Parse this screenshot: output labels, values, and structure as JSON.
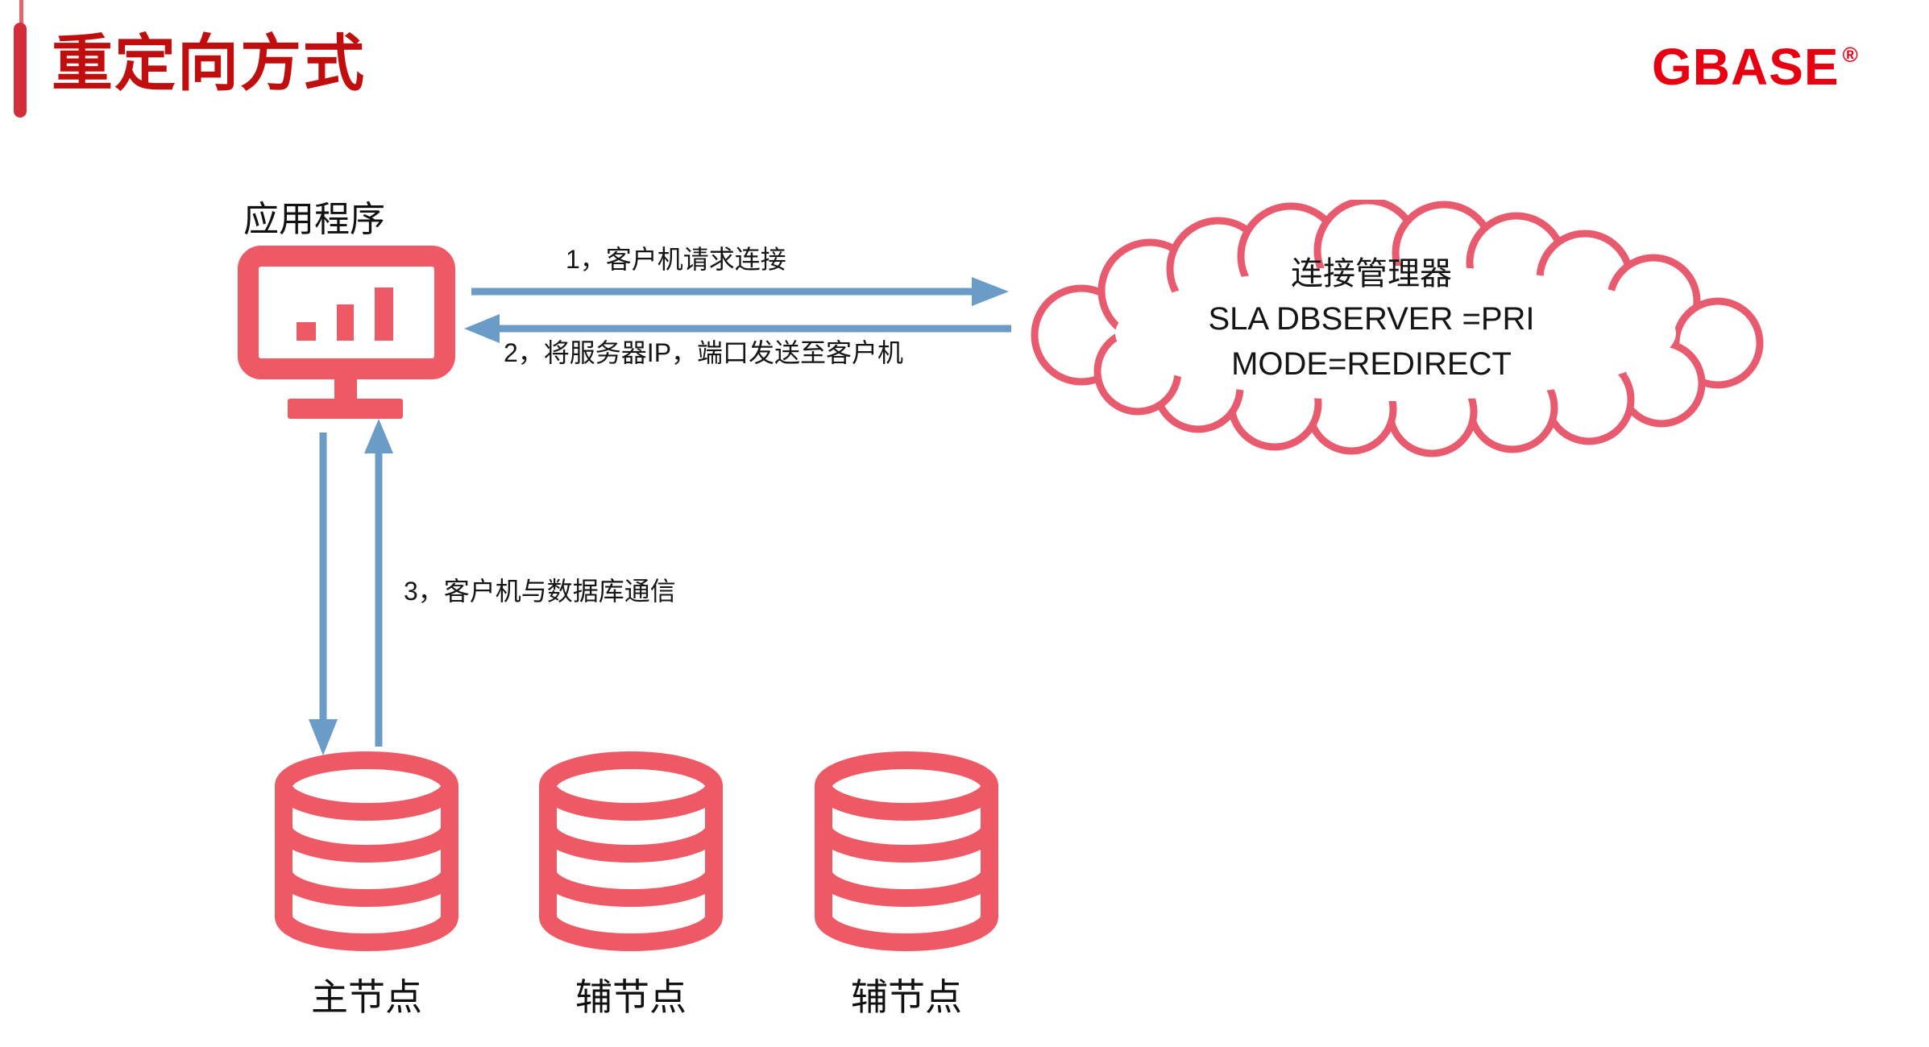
{
  "header": {
    "title": "重定向方式",
    "logo_text": "GBASE",
    "logo_registered": "®"
  },
  "colors": {
    "title_red": "#C00D0D",
    "accent_red": "#D22F3A",
    "logo_red": "#E60012",
    "icon_coral": "#EE5966",
    "cloud_pink": "#E85B6E",
    "arrow_blue": "#6B9BC7",
    "text_color": "#1A1A1A"
  },
  "diagram": {
    "app_label": "应用程序",
    "steps": [
      {
        "label": "1，客户机请求连接"
      },
      {
        "label": "2，将服务器IP，端口发送至客户机"
      },
      {
        "label": "3，客户机与数据库通信"
      }
    ],
    "cloud_lines": [
      "连接管理器",
      "SLA DBSERVER =PRI",
      "MODE=REDIRECT"
    ],
    "nodes": [
      {
        "label": "主节点"
      },
      {
        "label": "辅节点"
      },
      {
        "label": "辅节点"
      }
    ]
  }
}
